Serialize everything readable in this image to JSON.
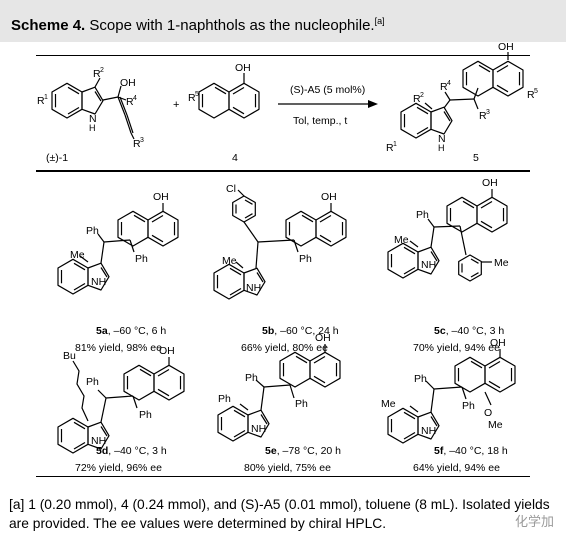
{
  "title": {
    "label": "Scheme 4.",
    "text": " Scope with 1-naphthols as the nucleophile.",
    "ref": "[a]"
  },
  "general_scheme": {
    "reactant1_label": "(±)-1",
    "reactant2_label": "4",
    "plus": "+",
    "catalyst": "(S)-A5 (5 mol%)",
    "conditions": "Tol, temp., t",
    "product_label": "5"
  },
  "compounds": [
    {
      "id": "5a",
      "conditions": "–60 °C, 6 h",
      "yield": "81% yield, 98% ee"
    },
    {
      "id": "5b",
      "conditions": "–60 °C, 24 h",
      "yield": "66% yield, 80% ee"
    },
    {
      "id": "5c",
      "conditions": "–40 °C, 3 h",
      "yield": "70% yield, 94% ee"
    },
    {
      "id": "5d",
      "conditions": "–40 °C, 3 h",
      "yield": "72% yield, 96% ee"
    },
    {
      "id": "5e",
      "conditions": "–78 °C, 20 h",
      "yield": "80% yield, 75% ee"
    },
    {
      "id": "5f",
      "conditions": "–40 °C, 18 h",
      "yield": "64% yield, 94% ee"
    }
  ],
  "footnote": {
    "ref": "[a]",
    "text": "1 (0.20 mmol), 4 (0.24 mmol), and (S)-A5 (0.01 mmol), toluene (8 mL). Isolated yields are provided. The ee values were determined by chiral HPLC."
  },
  "watermark": "化学加"
}
